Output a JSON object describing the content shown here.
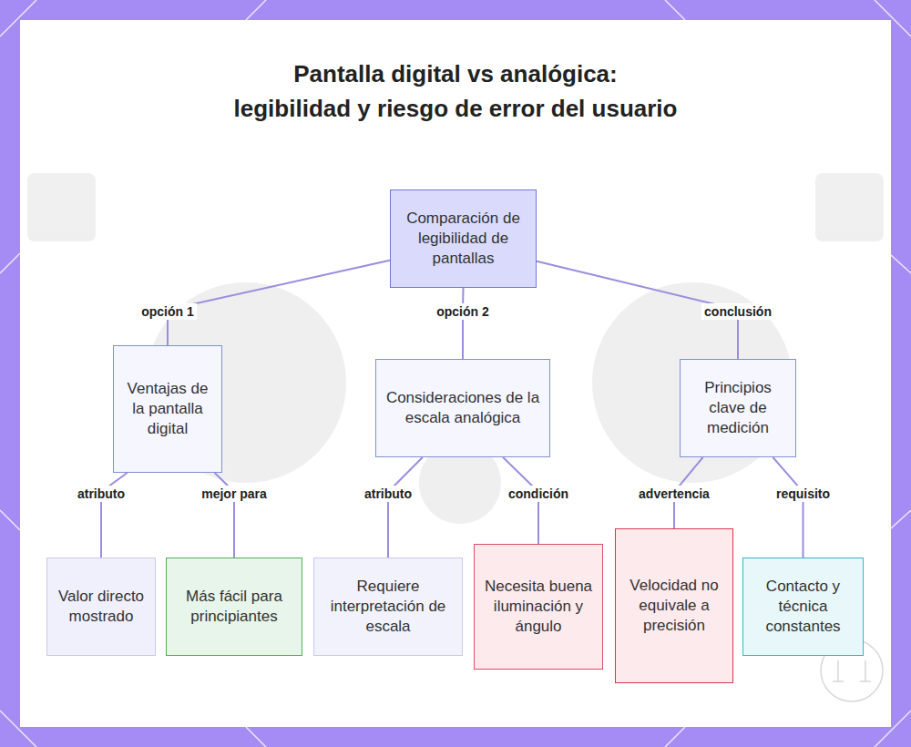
{
  "diagram": {
    "title": "Pantalla digital vs analógica: legibilidad y riesgo de error del usuario",
    "nodes": [
      {
        "text": [
          "Comparación de legibilidad de pantallas"
        ]
      },
      {
        "text": [
          "Ventajas de la pantalla digital"
        ]
      },
      {
        "text": [
          "Consideraciones de la escala analógica"
        ]
      },
      {
        "text": [
          "Principios clave de medición"
        ]
      },
      {
        "text": [
          "Valor directo mostrado"
        ]
      },
      {
        "text": [
          "Más fácil para principiantes"
        ]
      },
      {
        "text": [
          "Requiere interpretación de escala"
        ]
      },
      {
        "text": [
          "Necesita buena iluminación y ángulo"
        ]
      },
      {
        "text": [
          "Velocidad no equivale a precisión"
        ]
      },
      {
        "text": [
          "Contacto y técnica constantes"
        ]
      }
    ],
    "edges": [
      {
        "from": 0,
        "to": 1,
        "label": "opción 1",
        "arrow": "none"
      },
      {
        "from": 0,
        "to": 2,
        "label": "opción 2",
        "arrow": "none"
      },
      {
        "from": 0,
        "to": 3,
        "label": "conclusión",
        "arrow": "none"
      },
      {
        "from": 1,
        "to": 4,
        "label": "atributo",
        "arrow": "none"
      },
      {
        "from": 1,
        "to": 5,
        "label": "mejor para",
        "arrow": "none"
      },
      {
        "from": 2,
        "to": 6,
        "label": "atributo",
        "arrow": "none"
      },
      {
        "from": 2,
        "to": 7,
        "label": "condición",
        "arrow": "none"
      },
      {
        "from": 3,
        "to": 8,
        "label": "advertencia",
        "arrow": "none"
      },
      {
        "from": 3,
        "to": 9,
        "label": "requisito",
        "arrow": "none"
      }
    ]
  }
}
